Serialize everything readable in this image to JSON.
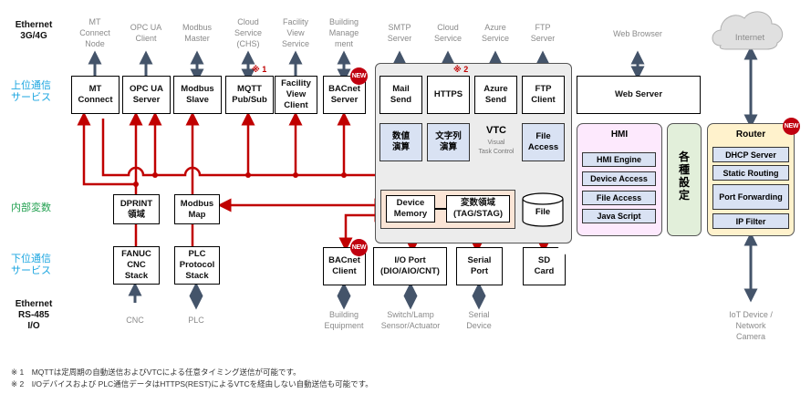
{
  "row_labels": {
    "top_network": "Ethernet\n3G/4G",
    "upper_services": "上位通信\nサービス",
    "internal_vars": "内部変数",
    "lower_services": "下位通信\nサービス",
    "bottom_network": "Ethernet\nRS-485\nI/O"
  },
  "external_top": [
    "MT\nConnect\nNode",
    "OPC UA\nClient",
    "Modbus\nMaster",
    "Cloud\nService\n(CHS)",
    "Facility\nView\nService",
    "Building\nManage\nment",
    "SMTP\nServer",
    "Cloud\nService",
    "Azure\nService",
    "FTP\nServer",
    "Web Browser",
    "Internet"
  ],
  "upper_modules": [
    "MT\nConnect",
    "OPC UA\nServer",
    "Modbus\nSlave",
    "MQTT\nPub/Sub",
    "Facility\nView\nClient",
    "BACnet\nServer"
  ],
  "vtc": {
    "title": "VTC",
    "subtitle": "Visual\nTask Control",
    "send_modules": [
      "Mail\nSend",
      "HTTPS",
      "Azure\nSend",
      "FTP\nClient"
    ],
    "calc_modules": [
      "数値\n演算",
      "文字列\n演算",
      "File\nAccess"
    ],
    "device_memory": "Device\nMemory",
    "tag_area": "変数領域\n(TAG/STAG)",
    "file": "File"
  },
  "web_server": "Web Server",
  "hmi": {
    "title": "HMI",
    "items": [
      "HMI Engine",
      "Device Access",
      "File Access",
      "Java Script"
    ]
  },
  "settings": "各\n種\n設\n定",
  "router": {
    "title": "Router",
    "items": [
      "DHCP Server",
      "Static Routing",
      "Port Forwarding",
      "IP Filter"
    ]
  },
  "internal": {
    "dprint": "DPRINT\n領域",
    "modbus_map": "Modbus\nMap"
  },
  "lower_modules": [
    "FANUC\nCNC\nStack",
    "PLC\nProtocol\nStack",
    "BACnet\nClient",
    "I/O Port\n(DIO/AIO/CNT)",
    "Serial\nPort",
    "SD\nCard"
  ],
  "external_bottom": [
    "CNC",
    "PLC",
    "Building\nEquipment",
    "Switch/Lamp\nSensor/Actuator",
    "Serial\nDevice",
    "IoT Device /\nNetwork Camera"
  ],
  "badges": {
    "new": "NEW"
  },
  "note_marks": [
    "※ 1",
    "※ 2"
  ],
  "footnotes": [
    "※ 1　MQTTは定周期の自動送信およびVTCによる任意タイミング送信が可能です。",
    "※ 2　I/Oデバイスおよび PLC通信データはHTTPS(REST)によるVTCを経由しない自動送信も可能です。"
  ],
  "colors": {
    "internal_line": "#c00000",
    "external_arrow": "#44546a",
    "blue_label": "#1ca6e0",
    "green_label": "#22a050",
    "new_badge": "#c0000f"
  }
}
